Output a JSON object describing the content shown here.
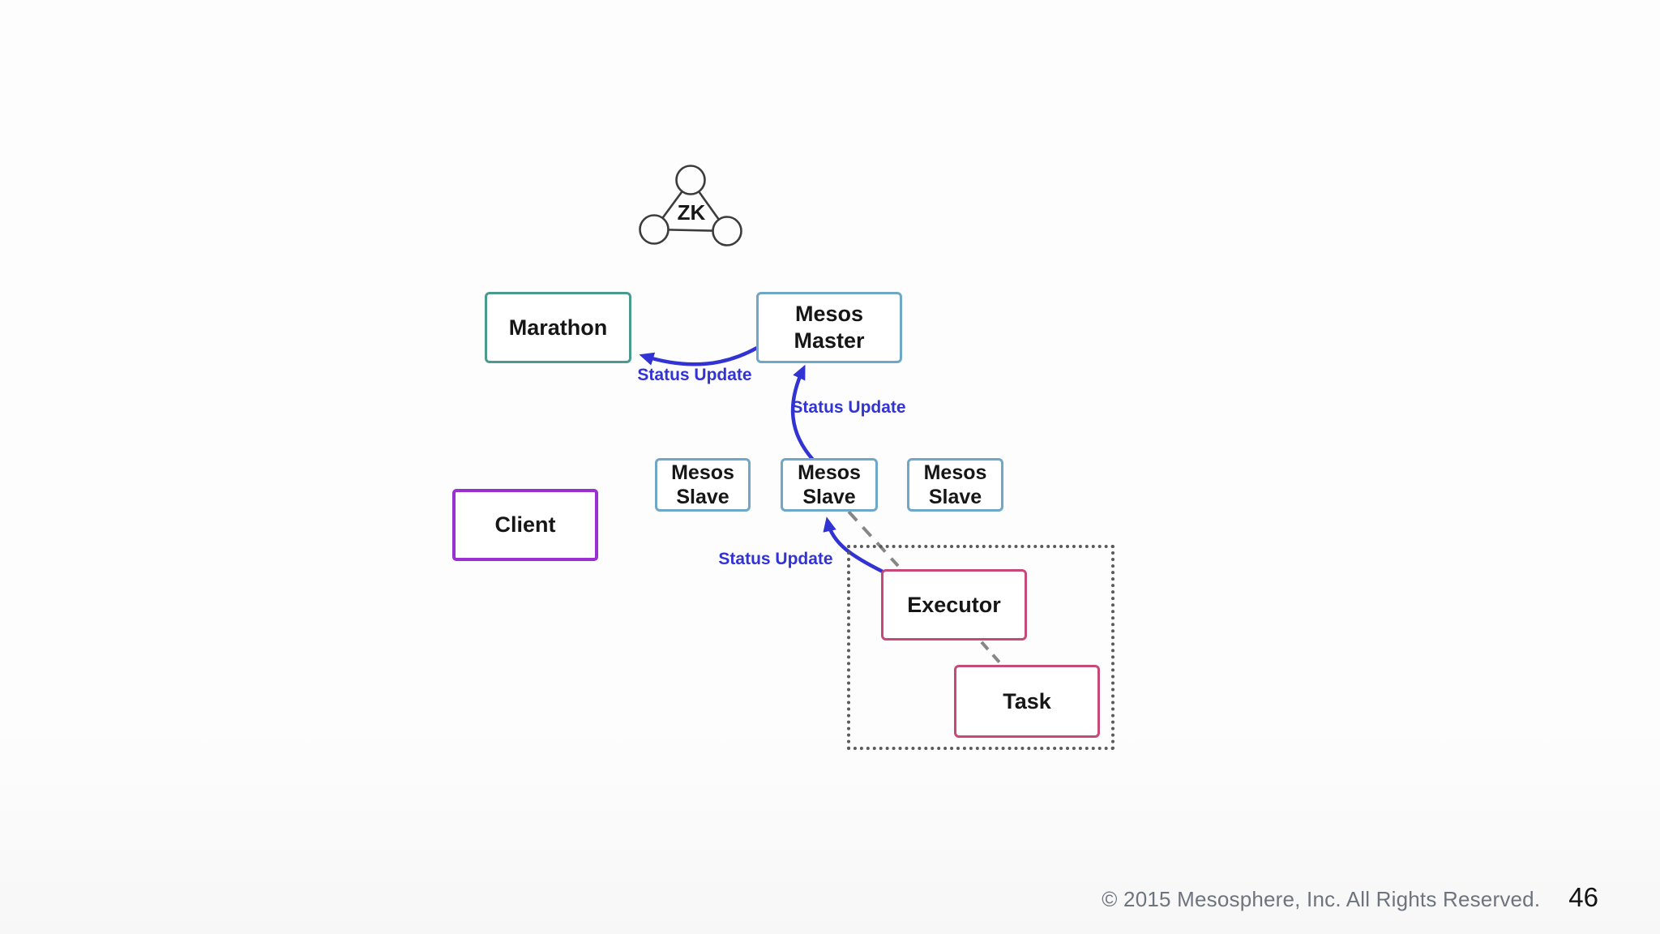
{
  "slide": {
    "zk": {
      "label": "ZK"
    },
    "nodes": {
      "marathon": {
        "label": "Marathon"
      },
      "mesos_master": {
        "label": "Mesos\nMaster"
      },
      "mesos_slave_1": {
        "label": "Mesos\nSlave"
      },
      "mesos_slave_2": {
        "label": "Mesos\nSlave"
      },
      "mesos_slave_3": {
        "label": "Mesos\nSlave"
      },
      "client": {
        "label": "Client"
      },
      "executor": {
        "label": "Executor"
      },
      "task": {
        "label": "Task"
      }
    },
    "edges": {
      "master_to_marathon": {
        "label": "Status Update"
      },
      "slave_to_master": {
        "label": "Status Update"
      },
      "executor_to_slave": {
        "label": "Status Update"
      }
    },
    "colors": {
      "arrow_blue": "#3233d3",
      "marathon_border": "#4a9a8e",
      "mesos_border": "#6fa7c7",
      "client_border": "#9b2fd0",
      "executor_border": "#c64a78",
      "dashed_connector_gray": "#868686",
      "dotted_container_gray": "#5a5a5a"
    },
    "footer": {
      "copyright": "© 2015 Mesosphere, Inc. All Rights Reserved.",
      "page_number": "46"
    }
  }
}
